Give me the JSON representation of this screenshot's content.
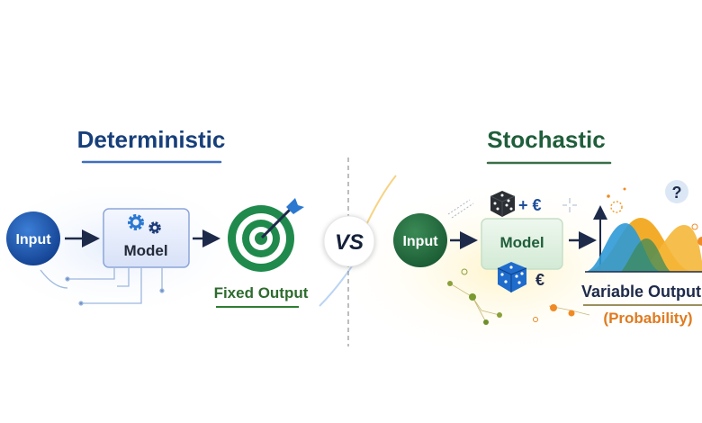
{
  "left": {
    "title": "Deterministic",
    "input_label": "Input",
    "model_label": "Model",
    "output_label": "Fixed Output",
    "color_title": "#173f7a",
    "color_output": "#2e7d32"
  },
  "vs_label": "VS",
  "right": {
    "title": "Stochastic",
    "input_label": "Input",
    "model_label": "Model",
    "dice_plus_label": "+ €",
    "dice_label": "€",
    "question_label": "?",
    "output_label": "Variable Output",
    "output_sub_label": "(Probability)",
    "color_title": "#1f5e3a",
    "color_sub": "#e07a1f"
  }
}
